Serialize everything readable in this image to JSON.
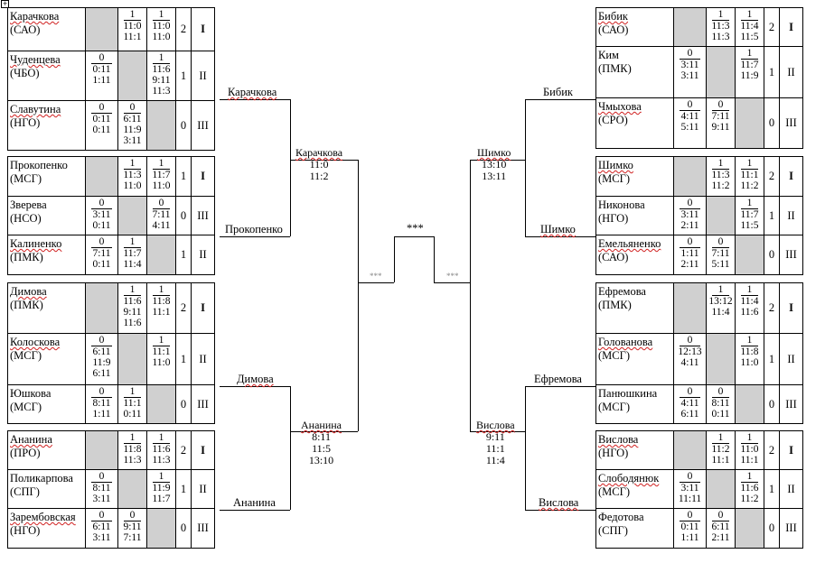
{
  "anchor_glyph": "+",
  "groups": [
    {
      "id": "L1",
      "rows": [
        {
          "name": "Карачкова",
          "region": "(САО)",
          "underline": true,
          "scores": [
            null,
            [
              "1",
              "11:0",
              "11:1"
            ],
            [
              "1",
              "11:0",
              "11:0"
            ]
          ],
          "points": "2",
          "place": "I"
        },
        {
          "name": "Чуденцева",
          "region": "(ЧБО)",
          "underline": true,
          "scores": [
            [
              "0",
              "0:11",
              "1:11"
            ],
            null,
            [
              "1",
              "11:6",
              "9:11",
              "11:3"
            ]
          ],
          "points": "1",
          "place": "II"
        },
        {
          "name": "Славутина",
          "region": "(НГО)",
          "underline": true,
          "scores": [
            [
              "0",
              "0:11",
              "0:11"
            ],
            [
              "0",
              "6:11",
              "11:9",
              "3:11"
            ],
            null
          ],
          "points": "0",
          "place": "III"
        }
      ]
    },
    {
      "id": "L2",
      "rows": [
        {
          "name": "Прокопенко",
          "region": "(МСГ)",
          "underline": false,
          "scores": [
            null,
            [
              "1",
              "11:3",
              "11:0"
            ],
            [
              "1",
              "11:7",
              "11:0"
            ]
          ],
          "points": "1",
          "place": "I"
        },
        {
          "name": "Зверева",
          "region": "(НСО)",
          "underline": false,
          "scores": [
            [
              "0",
              "3:11",
              "0:11"
            ],
            null,
            [
              "0",
              "7:11",
              "4:11"
            ]
          ],
          "points": "0",
          "place": "III"
        },
        {
          "name": "Калиненко",
          "region": "(ПМК)",
          "underline": true,
          "scores": [
            [
              "0",
              "7:11",
              "0:11"
            ],
            [
              "1",
              "11:7",
              "11:4"
            ],
            null
          ],
          "points": "1",
          "place": "II"
        }
      ]
    },
    {
      "id": "L3",
      "rows": [
        {
          "name": "Димова",
          "region": "(ПМК)",
          "underline": true,
          "scores": [
            null,
            [
              "1",
              "11:6",
              "9:11",
              "11:6"
            ],
            [
              "1",
              "11:8",
              "11:1"
            ]
          ],
          "points": "2",
          "place": "I"
        },
        {
          "name": "Колоскова",
          "region": "(МСГ)",
          "underline": true,
          "scores": [
            [
              "0",
              "6:11",
              "11:9",
              "6:11"
            ],
            null,
            [
              "1",
              "11:1",
              "11:0"
            ]
          ],
          "points": "1",
          "place": "II"
        },
        {
          "name": "Юшкова",
          "region": "(МСГ)",
          "underline": false,
          "scores": [
            [
              "0",
              "8:11",
              "1:11"
            ],
            [
              "1",
              "11:1",
              "0:11"
            ],
            null
          ],
          "points": "0",
          "place": "III"
        }
      ]
    },
    {
      "id": "L4",
      "rows": [
        {
          "name": "Ананина",
          "region": "(ПРО)",
          "underline": true,
          "scores": [
            null,
            [
              "1",
              "11:8",
              "11:3"
            ],
            [
              "1",
              "11:6",
              "11:3"
            ]
          ],
          "points": "2",
          "place": "I"
        },
        {
          "name": "Поликарпова",
          "region": "(СПГ)",
          "underline": false,
          "scores": [
            [
              "0",
              "8:11",
              "3:11"
            ],
            null,
            [
              "1",
              "11:9",
              "11:7"
            ]
          ],
          "points": "1",
          "place": "II"
        },
        {
          "name": "Зарембовская",
          "region": "(НГО)",
          "underline": true,
          "scores": [
            [
              "0",
              "6:11",
              "3:11"
            ],
            [
              "0",
              "9:11",
              "7:11"
            ],
            null
          ],
          "points": "0",
          "place": "III"
        }
      ]
    },
    {
      "id": "R1",
      "rows": [
        {
          "name": "Бибик",
          "region": "(САО)",
          "underline": true,
          "scores": [
            null,
            [
              "1",
              "11:3",
              "11:3"
            ],
            [
              "1",
              "11:4",
              "11:5"
            ]
          ],
          "points": "2",
          "place": "I"
        },
        {
          "name": "Ким",
          "region": "(ПМК)",
          "underline": false,
          "scores": [
            [
              "0",
              "3:11",
              "3:11"
            ],
            null,
            [
              "1",
              "11:7",
              "11:9"
            ]
          ],
          "points": "1",
          "place": "II"
        },
        {
          "name": "Чмыхова",
          "region": "(СРО)",
          "underline": true,
          "scores": [
            [
              "0",
              "4:11",
              "5:11"
            ],
            [
              "0",
              "7:11",
              "9:11"
            ],
            null
          ],
          "points": "0",
          "place": "III"
        }
      ]
    },
    {
      "id": "R2",
      "rows": [
        {
          "name": "Шимко",
          "region": "(МСГ)",
          "underline": true,
          "scores": [
            null,
            [
              "1",
              "11:3",
              "11:2"
            ],
            [
              "1",
              "11:1",
              "11:2"
            ]
          ],
          "points": "2",
          "place": "I"
        },
        {
          "name": "Никонова",
          "region": "(НГО)",
          "underline": false,
          "scores": [
            [
              "0",
              "3:11",
              "2:11"
            ],
            null,
            [
              "1",
              "11:7",
              "11:5"
            ]
          ],
          "points": "1",
          "place": "II"
        },
        {
          "name": "Емельяненко",
          "region": "(САО)",
          "underline": true,
          "scores": [
            [
              "0",
              "1:11",
              "2:11"
            ],
            [
              "0",
              "7:11",
              "5:11"
            ],
            null
          ],
          "points": "0",
          "place": "III"
        }
      ]
    },
    {
      "id": "R3",
      "rows": [
        {
          "name": "Ефремова",
          "region": "(ПМК)",
          "underline": false,
          "scores": [
            null,
            [
              "1",
              "13:12",
              "11:4"
            ],
            [
              "1",
              "11:4",
              "11:6"
            ]
          ],
          "points": "2",
          "place": "I"
        },
        {
          "name": "Голованова",
          "region": "(МСГ)",
          "underline": true,
          "scores": [
            [
              "0",
              "12:13",
              "4:11"
            ],
            null,
            [
              "1",
              "11:8",
              "11:0"
            ]
          ],
          "points": "1",
          "place": "II"
        },
        {
          "name": "Панюшкина",
          "region": "(МСГ)",
          "underline": false,
          "scores": [
            [
              "0",
              "4:11",
              "6:11"
            ],
            [
              "0",
              "8:11",
              "0:11"
            ],
            null
          ],
          "points": "0",
          "place": "III"
        }
      ]
    },
    {
      "id": "R4",
      "rows": [
        {
          "name": "Вислова",
          "region": "(НГО)",
          "underline": true,
          "scores": [
            null,
            [
              "1",
              "11:2",
              "11:1"
            ],
            [
              "1",
              "11:0",
              "11:1"
            ]
          ],
          "points": "2",
          "place": "I"
        },
        {
          "name": "Слободянюк",
          "region": "(МСГ)",
          "underline": true,
          "scores": [
            [
              "0",
              "3:11",
              "11:11"
            ],
            null,
            [
              "1",
              "11:6",
              "11:2"
            ]
          ],
          "points": "1",
          "place": "II"
        },
        {
          "name": "Федотова",
          "region": "(СПГ)",
          "underline": false,
          "scores": [
            [
              "0",
              "0:11",
              "1:11"
            ],
            [
              "0",
              "6:11",
              "2:11"
            ],
            null
          ],
          "points": "0",
          "place": "III"
        }
      ]
    }
  ],
  "bracket": {
    "r1": [
      "Карачкова",
      "Прокопенко",
      "Димова",
      "Ананина",
      "Бибик",
      "Шимко",
      "Ефремова",
      "Вислова"
    ],
    "r2": [
      {
        "name": "Карачкова",
        "scores": [
          "11:0",
          "11:2"
        ]
      },
      {
        "name": "Ананина",
        "scores": [
          "8:11",
          "11:5",
          "13:10"
        ]
      },
      {
        "name": "Шимко",
        "scores": [
          "13:10",
          "13:11"
        ]
      },
      {
        "name": "Вислова",
        "scores": [
          "9:11",
          "11:1",
          "11:4"
        ]
      }
    ],
    "final_label": "***",
    "small_stars": "***"
  }
}
